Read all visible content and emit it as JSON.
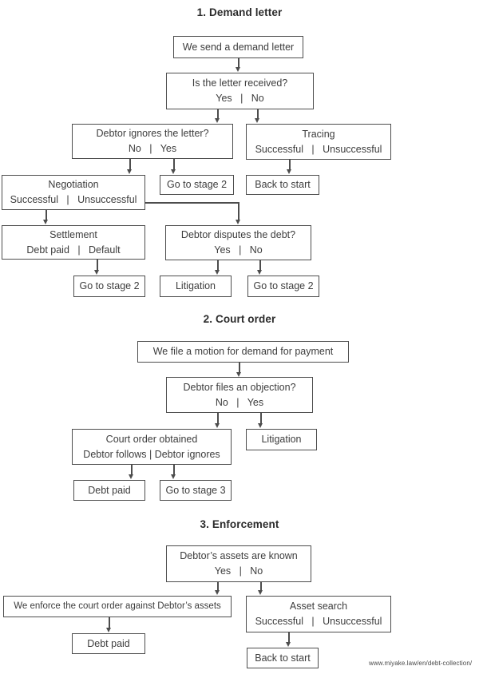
{
  "colors": {
    "line": "#4d4d4d",
    "text": "#3d3d3d"
  },
  "stage1": {
    "title": "1. Demand letter",
    "send_letter": "We send a demand letter",
    "letter_received": {
      "q": "Is the letter received?",
      "opts": "Yes   |   No"
    },
    "debtor_ignores": {
      "q": "Debtor ignores the letter?",
      "opts": "No   |   Yes"
    },
    "tracing": {
      "q": "Tracing",
      "opts": "Successful   |   Unsuccessful"
    },
    "negotiation": {
      "q": "Negotiation",
      "opts": "Successful   |   Unsuccessful"
    },
    "goto_stage2_top": "Go to stage 2",
    "back_to_start": "Back to start",
    "settlement": {
      "q": "Settlement",
      "opts": "Debt paid   |   Default"
    },
    "debtor_disputes": {
      "q": "Debtor disputes the debt?",
      "opts": "Yes   |   No"
    },
    "goto_stage2_left": "Go to stage 2",
    "litigation": "Litigation",
    "goto_stage2_right": "Go to stage 2"
  },
  "stage2": {
    "title": "2. Court order",
    "file_motion": "We file a motion for demand for payment",
    "objection": {
      "q": "Debtor files an objection?",
      "opts": "No   |   Yes"
    },
    "court_order": {
      "q": "Court order obtained",
      "opts": "Debtor follows | Debtor ignores"
    },
    "litigation": "Litigation",
    "debt_paid": "Debt paid",
    "goto_stage3": "Go to stage 3"
  },
  "stage3": {
    "title": "3. Enforcement",
    "assets_known": {
      "q": "Debtor’s assets are known",
      "opts": "Yes   |   No"
    },
    "enforce": "We enforce the court order against Debtor’s assets",
    "asset_search": {
      "q": "Asset search",
      "opts": "Successful   |   Unsuccessful"
    },
    "debt_paid": "Debt paid",
    "back_to_start": "Back to start"
  },
  "footer": {
    "url": "www.miyake.law/en/debt-collection/"
  }
}
